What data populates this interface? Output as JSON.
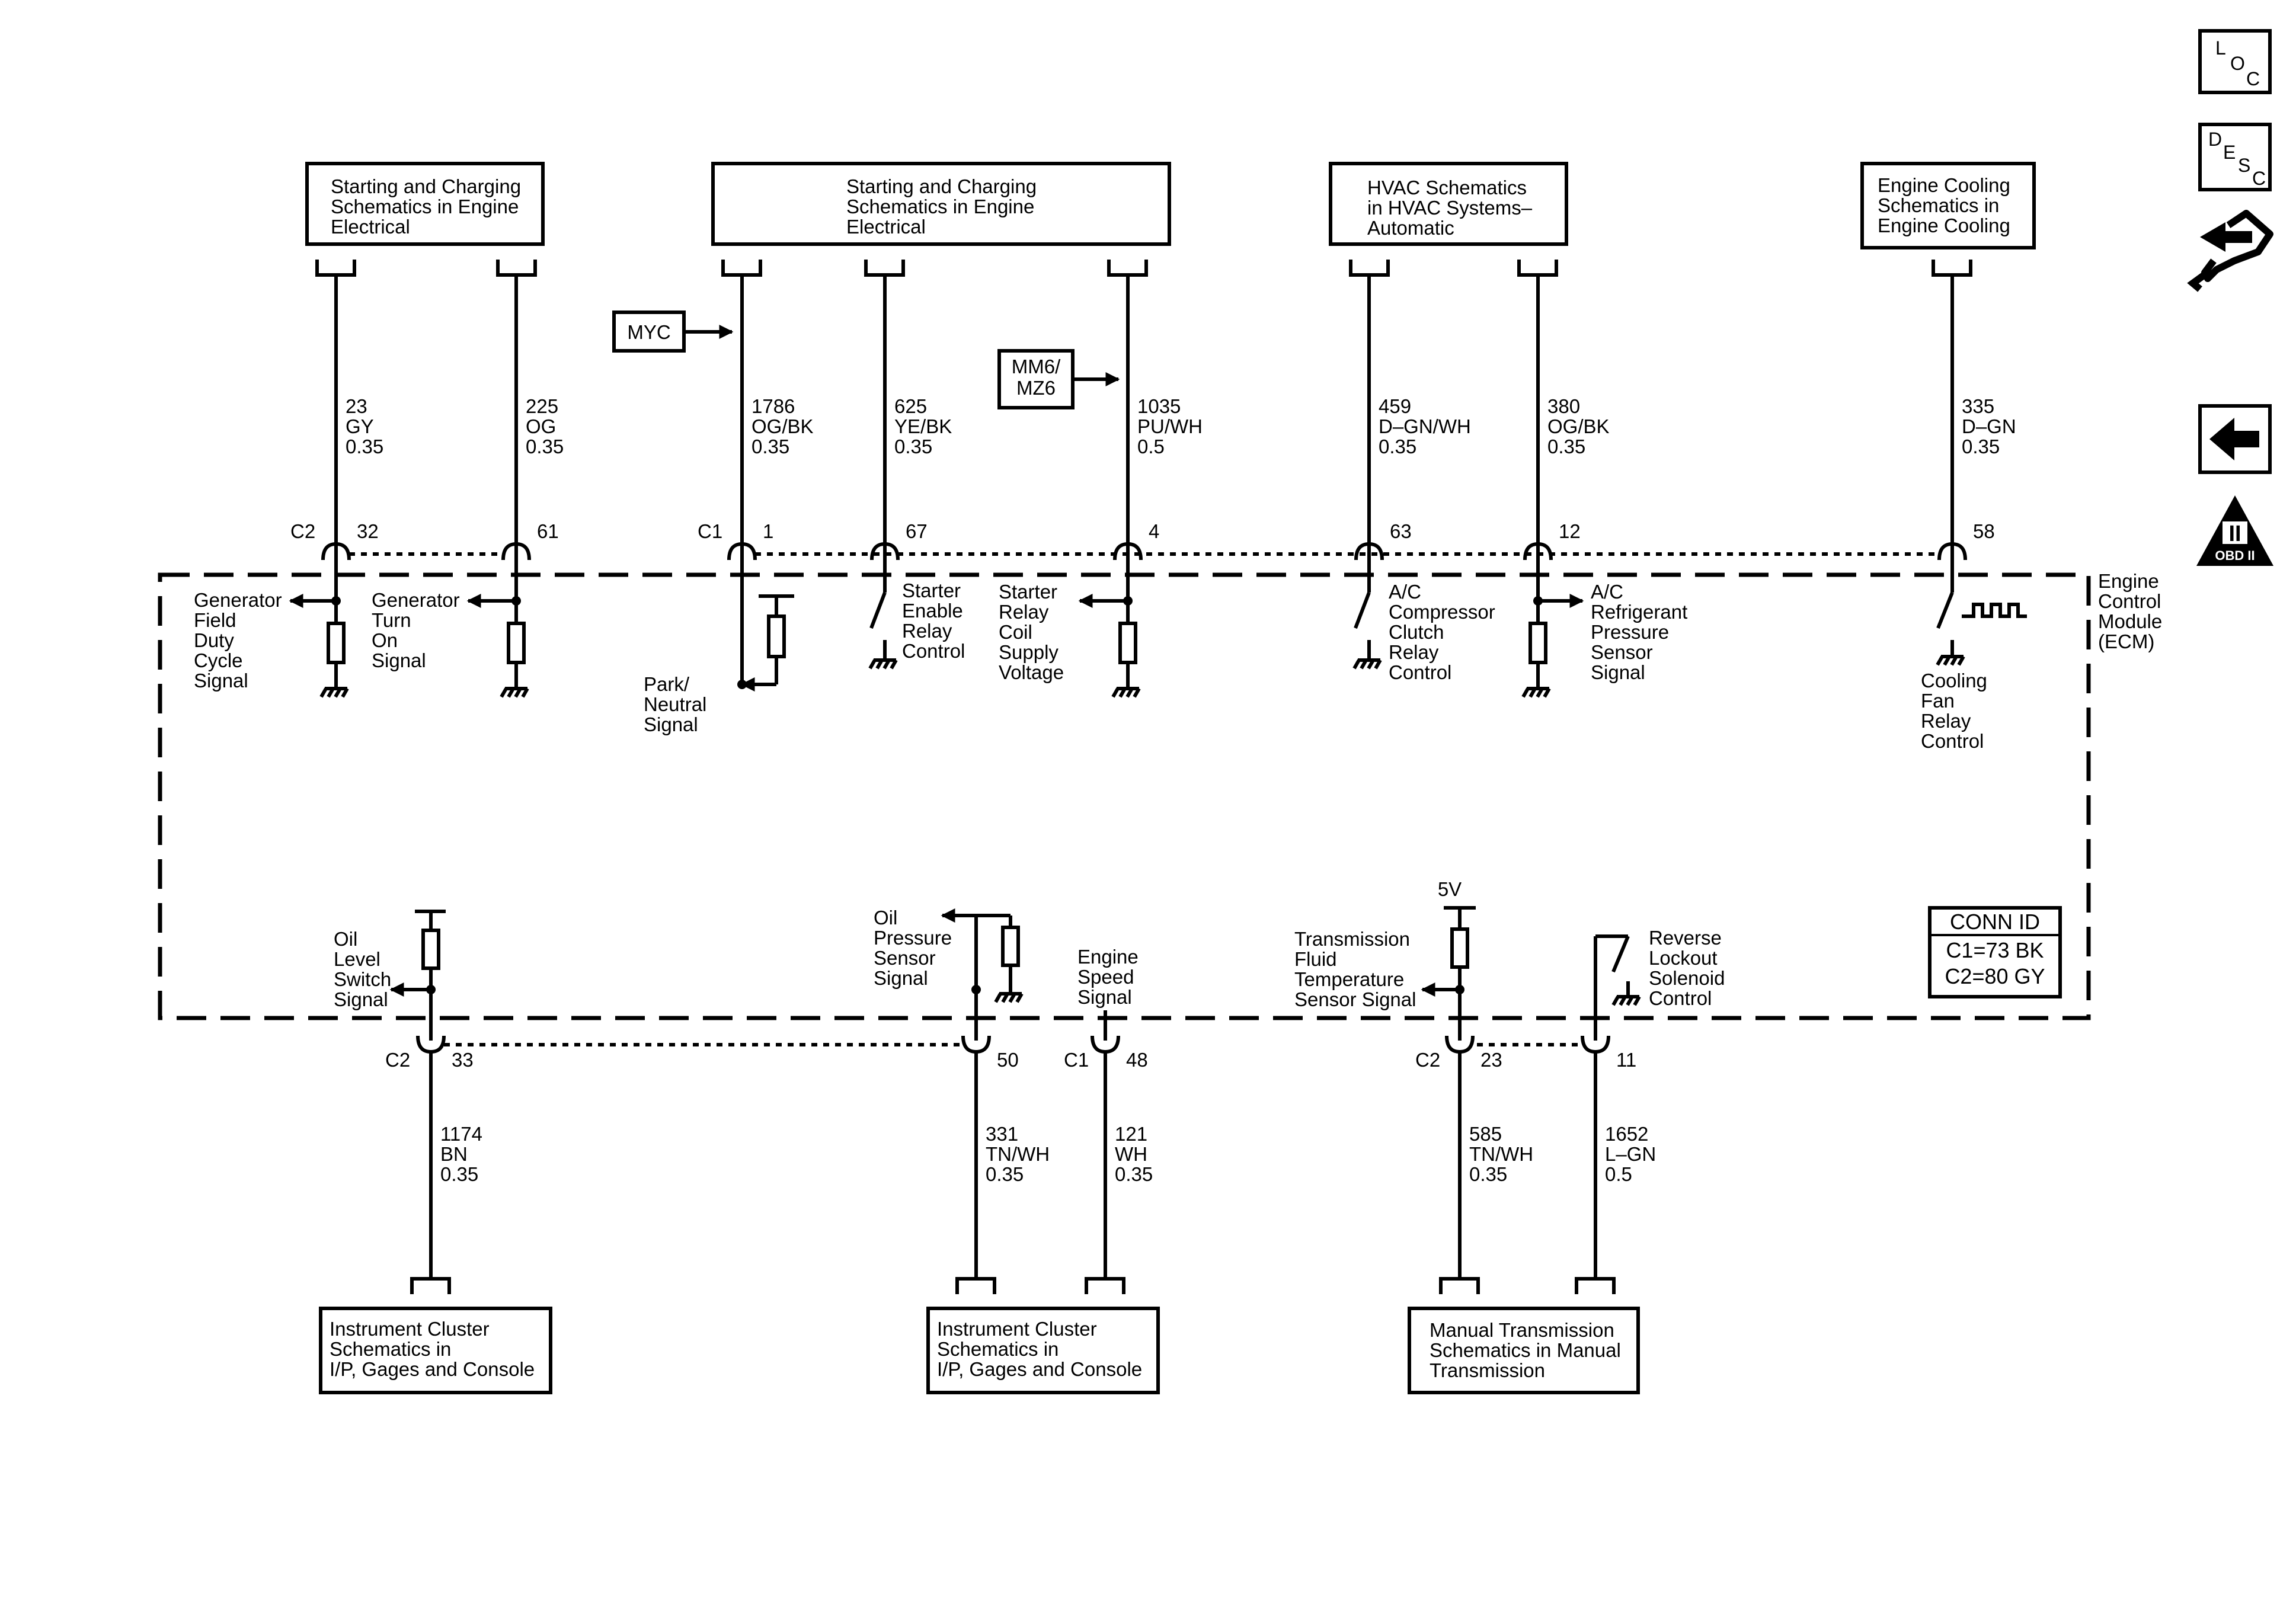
{
  "colors": {
    "ink": "#000000",
    "background": "#ffffff"
  },
  "nav": {
    "loc": [
      "L",
      "O",
      "C"
    ],
    "desc": [
      "D",
      "E",
      "S",
      "C"
    ],
    "tools_icon": "wrench-hand-icon",
    "back_icon": "left-arrow-icon",
    "obd_roman": "II",
    "obd_label": "OBD II"
  },
  "top_boxes": [
    {
      "lines": [
        "Starting and Charging",
        "Schematics in Engine",
        "Electrical"
      ]
    },
    {
      "lines": [
        "Starting and Charging",
        "Schematics in Engine",
        "Electrical"
      ]
    },
    {
      "lines": [
        "HVAC Schematics",
        "in HVAC Systems–",
        "Automatic"
      ]
    },
    {
      "lines": [
        "Engine Cooling",
        "Schematics in",
        "Engine Cooling"
      ]
    }
  ],
  "bottom_boxes": [
    {
      "lines": [
        "Instrument Cluster",
        "Schematics in",
        "I/P, Gages and Console"
      ]
    },
    {
      "lines": [
        "Instrument Cluster",
        "Schematics in",
        "I/P, Gages and Console"
      ]
    },
    {
      "lines": [
        "Manual Transmission",
        "Schematics in Manual",
        "Transmission"
      ]
    }
  ],
  "options": {
    "myc": "MYC",
    "mm6": [
      "MM6/",
      "MZ6"
    ]
  },
  "top_wires": [
    {
      "circuit": "23",
      "color": "GY",
      "gauge": "0.35",
      "connector": "C2",
      "pin": "32",
      "label": [
        "Generator",
        "Field",
        "Duty",
        "Cycle",
        "Signal"
      ]
    },
    {
      "circuit": "225",
      "color": "OG",
      "gauge": "0.35",
      "connector": "",
      "pin": "61",
      "label": [
        "Generator",
        "Turn",
        "On",
        "Signal"
      ]
    },
    {
      "circuit": "1786",
      "color": "OG/BK",
      "gauge": "0.35",
      "connector": "C1",
      "pin": "1",
      "label": [
        "Park/",
        "Neutral",
        "Signal"
      ]
    },
    {
      "circuit": "625",
      "color": "YE/BK",
      "gauge": "0.35",
      "connector": "",
      "pin": "67",
      "label": [
        "Starter",
        "Enable",
        "Relay",
        "Control"
      ]
    },
    {
      "circuit": "1035",
      "color": "PU/WH",
      "gauge": "0.5",
      "connector": "",
      "pin": "4",
      "label": [
        "Starter",
        "Relay",
        "Coil",
        "Supply",
        "Voltage"
      ]
    },
    {
      "circuit": "459",
      "color": "D–GN/WH",
      "gauge": "0.35",
      "connector": "",
      "pin": "63",
      "label": [
        "A/C",
        "Compressor",
        "Clutch",
        "Relay",
        "Control"
      ]
    },
    {
      "circuit": "380",
      "color": "OG/BK",
      "gauge": "0.35",
      "connector": "",
      "pin": "12",
      "label": [
        "A/C",
        "Refrigerant",
        "Pressure",
        "Sensor",
        "Signal"
      ]
    },
    {
      "circuit": "335",
      "color": "D–GN",
      "gauge": "0.35",
      "connector": "",
      "pin": "58",
      "label": [
        "Cooling",
        "Fan",
        "Relay",
        "Control"
      ]
    }
  ],
  "bottom_wires": [
    {
      "circuit": "1174",
      "color": "BN",
      "gauge": "0.35",
      "connector": "C2",
      "pin": "33",
      "label": [
        "Oil",
        "Level",
        "Switch",
        "Signal"
      ]
    },
    {
      "circuit": "331",
      "color": "TN/WH",
      "gauge": "0.35",
      "connector": "",
      "pin": "50",
      "label": [
        "Oil",
        "Pressure",
        "Sensor",
        "Signal"
      ]
    },
    {
      "circuit": "121",
      "color": "WH",
      "gauge": "0.35",
      "connector": "C1",
      "pin": "48",
      "label": [
        "Engine",
        "Speed",
        "Signal"
      ]
    },
    {
      "circuit": "585",
      "color": "TN/WH",
      "gauge": "0.35",
      "connector": "C2",
      "pin": "23",
      "label": [
        "Transmission",
        "Fluid",
        "Temperature",
        "Sensor Signal"
      ]
    },
    {
      "circuit": "1652",
      "color": "L–GN",
      "gauge": "0.5",
      "connector": "",
      "pin": "11",
      "label": [
        "Reverse",
        "Lockout",
        "Solenoid",
        "Control"
      ]
    }
  ],
  "supply_5v": "5V",
  "ecm_label": [
    "Engine",
    "Control",
    "Module",
    "(ECM)"
  ],
  "conn_id": {
    "title": "CONN ID",
    "c1": "C1=73 BK",
    "c2": "C2=80 GY"
  }
}
